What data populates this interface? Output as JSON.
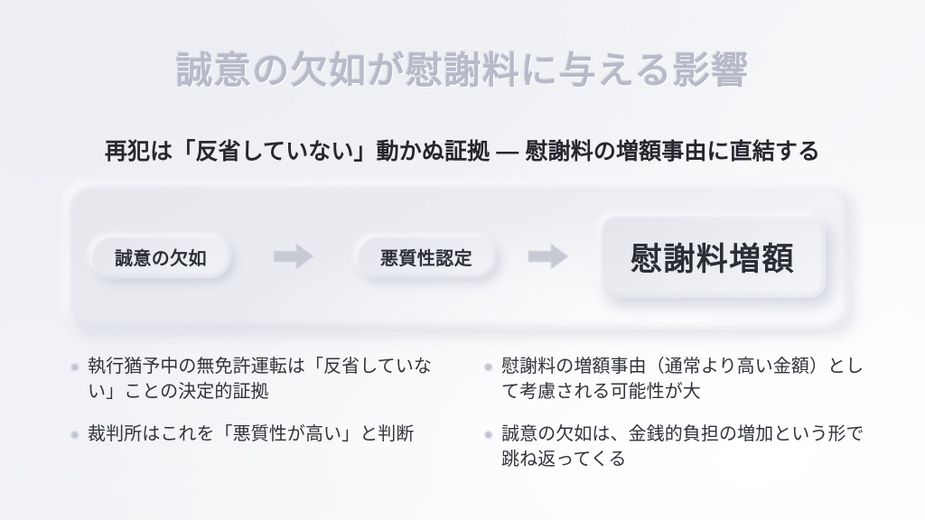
{
  "slide": {
    "title": "誠意の欠如が慰謝料に与える影響",
    "subtitle": "再犯は「反省していない」動かぬ証拠 — 慰謝料の増額事由に直結する"
  },
  "flow": {
    "steps": [
      {
        "label": "誠意の欠如",
        "emphasis": "normal"
      },
      {
        "label": "悪質性認定",
        "emphasis": "normal"
      },
      {
        "label": "慰謝料増額",
        "emphasis": "final"
      }
    ],
    "arrows": [
      {
        "name": "arrow-right-icon"
      },
      {
        "name": "arrow-right-icon"
      }
    ]
  },
  "bullets": {
    "left": [
      "執行猶予中の無免許運転は「反省していない」ことの決定的証拠",
      "裁判所はこれを「悪質性が高い」と判断"
    ],
    "right": [
      "慰謝料の増額事由（通常より高い金額）として考慮される可能性が大",
      "誠意の欠如は、金銭的負担の増加という形で跳ね返ってくる"
    ]
  },
  "colors": {
    "title": "#b7bac8",
    "subtitle": "#26282e",
    "body_text": "#31343b",
    "arrow": "#c6c9d4",
    "panel_bg": "#eaecf1",
    "page_bg": "#f2f3f6"
  }
}
